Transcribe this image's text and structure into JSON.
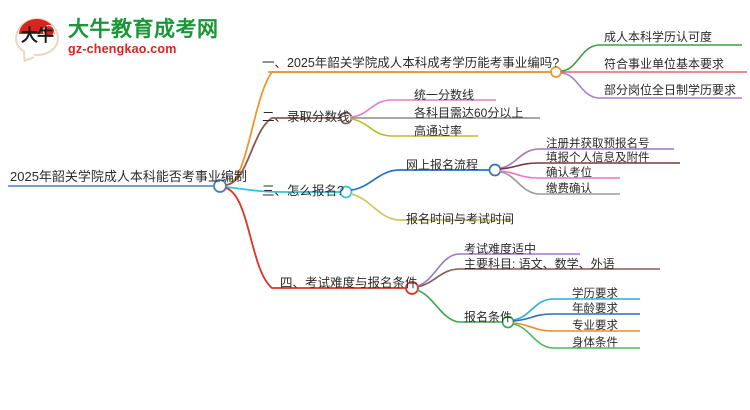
{
  "logo": {
    "mark_text": "大牛",
    "title": "大牛教育成考网",
    "subtitle": "gz-chengkao.com",
    "title_color": "#1a9638",
    "subtitle_color": "#d9251d",
    "mark_color": "#d9251d"
  },
  "mindmap": {
    "root": {
      "label": "2025年韶关学院成人本科能否考事业编制",
      "color": "#4a7ebb"
    },
    "branches": [
      {
        "label": "一、2025年韶关学院成人本科成考学历能考事业编吗?",
        "color": "#f0962d",
        "children": [
          {
            "label": "成人本科学历认可度",
            "color": "#3f9f3f"
          },
          {
            "label": "符合事业单位基本要求",
            "color": "#e8636b"
          },
          {
            "label": "部分岗位全日制学历要求",
            "color": "#a57fd0"
          }
        ]
      },
      {
        "label": "二、录取分数线",
        "color": "#8a5a52",
        "children": [
          {
            "label": "统一分数线",
            "color": "#e37fc0"
          },
          {
            "label": "各科目需达60分以上",
            "color": "#8c8c8c"
          },
          {
            "label": "高通过率",
            "color": "#b5bf2a"
          }
        ]
      },
      {
        "label": "三、怎么报名?",
        "color": "#33c3dd",
        "children": [
          {
            "label": "网上报名流程",
            "color": "#2a74c0",
            "children": [
              {
                "label": "注册并获取预报名号",
                "color": "#9a79c4"
              },
              {
                "label": "填报个人信息及附件",
                "color": "#7a3a33"
              },
              {
                "label": "确认考位",
                "color": "#ef72c6"
              },
              {
                "label": "缴费确认",
                "color": "#9a9a9a"
              }
            ]
          },
          {
            "label": "报名时间与考试时间",
            "color": "#cfc85c"
          }
        ]
      },
      {
        "label": "四、考试难度与报名条件",
        "color": "#e03127",
        "children": [
          {
            "label": "考试难度适中",
            "color": "#9a79c4"
          },
          {
            "label": "主要科目: 语文、数学、外语",
            "color": "#8a5a52"
          },
          {
            "label": "报名条件",
            "color": "#3aa84e",
            "children": [
              {
                "label": "学历要求",
                "color": "#2aaed6"
              },
              {
                "label": "年龄要求",
                "color": "#2a6fc0"
              },
              {
                "label": "专业要求",
                "color": "#f08a2a"
              },
              {
                "label": "身体条件",
                "color": "#4eb95c"
              }
            ]
          }
        ]
      }
    ]
  }
}
